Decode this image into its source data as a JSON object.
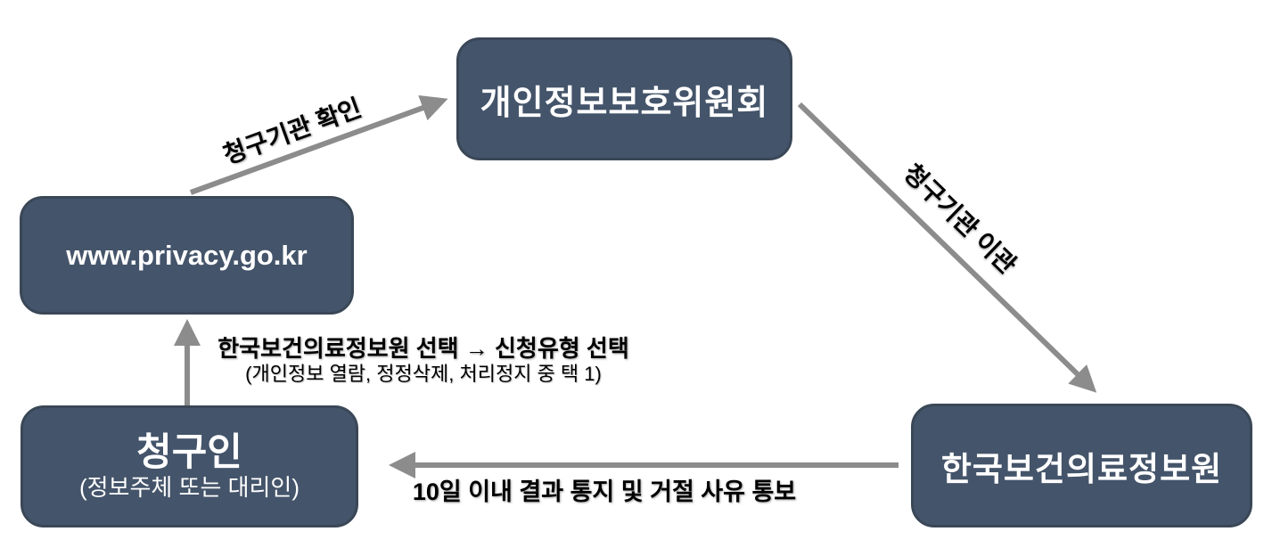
{
  "diagram": {
    "background_color": "#FFFFFF",
    "colors": {
      "node_fill": "#44546A",
      "node_border": "#3A4757",
      "node_text": "#FFFFFF",
      "arrow": "#8C8C8C",
      "label_text": "#000000"
    },
    "nodes": {
      "commission": {
        "label": "개인정보보호위원회"
      },
      "privacy_site": {
        "label": "www.privacy.go.kr"
      },
      "claimant": {
        "title": "청구인",
        "subtitle": "(정보주체 또는 대리인)"
      },
      "khis": {
        "label": "한국보건의료정보원"
      }
    },
    "edges": {
      "verify": {
        "from": "privacy_site",
        "to": "commission",
        "label": "청구기관 확인"
      },
      "transfer": {
        "from": "commission",
        "to": "khis",
        "label": "청구기관 이관"
      },
      "select": {
        "from": "claimant",
        "to": "privacy_site",
        "label": "한국보건의료정보원 선택 → 신청유형 선택",
        "sublabel": "(개인정보 열람, 정정삭제, 처리정지 중 택 1)"
      },
      "notify": {
        "from": "khis",
        "to": "claimant",
        "label": "10일 이내 결과 통지 및 거절 사유 통보"
      }
    }
  }
}
